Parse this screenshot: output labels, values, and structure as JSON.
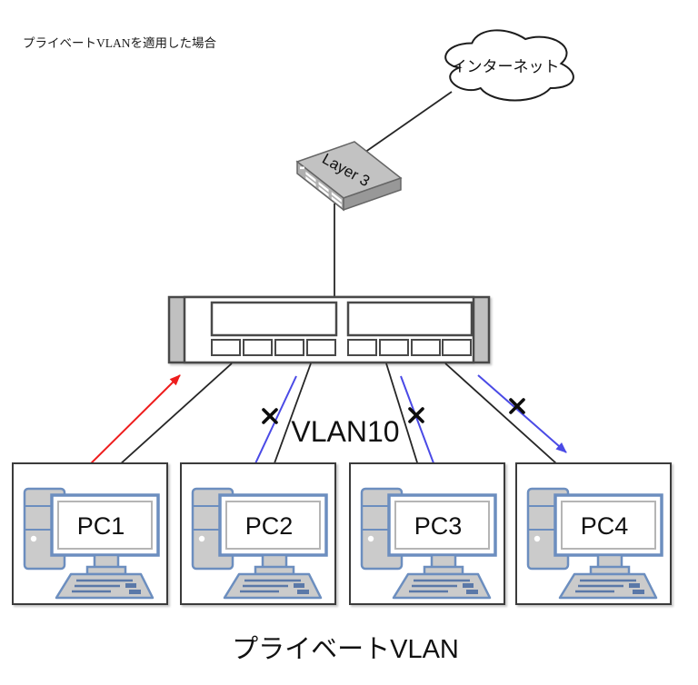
{
  "page": {
    "title": "プライベートVLANを適用した場合",
    "caption": "プライベートVLAN"
  },
  "diagram": {
    "internet_label": "インターネット",
    "router_label": "Layer 3",
    "vlan_label": "VLAN10",
    "pcs": [
      {
        "label": "PC1"
      },
      {
        "label": "PC2"
      },
      {
        "label": "PC3"
      },
      {
        "label": "PC4"
      }
    ],
    "colors": {
      "allowed_arrow": "#ee1c1c",
      "blocked_arrow": "#4a4ae6",
      "line": "#262626",
      "switch_border": "#4a4a4a",
      "device_border": "#6c8ebf",
      "device_fill": "#cbcbcb"
    }
  }
}
